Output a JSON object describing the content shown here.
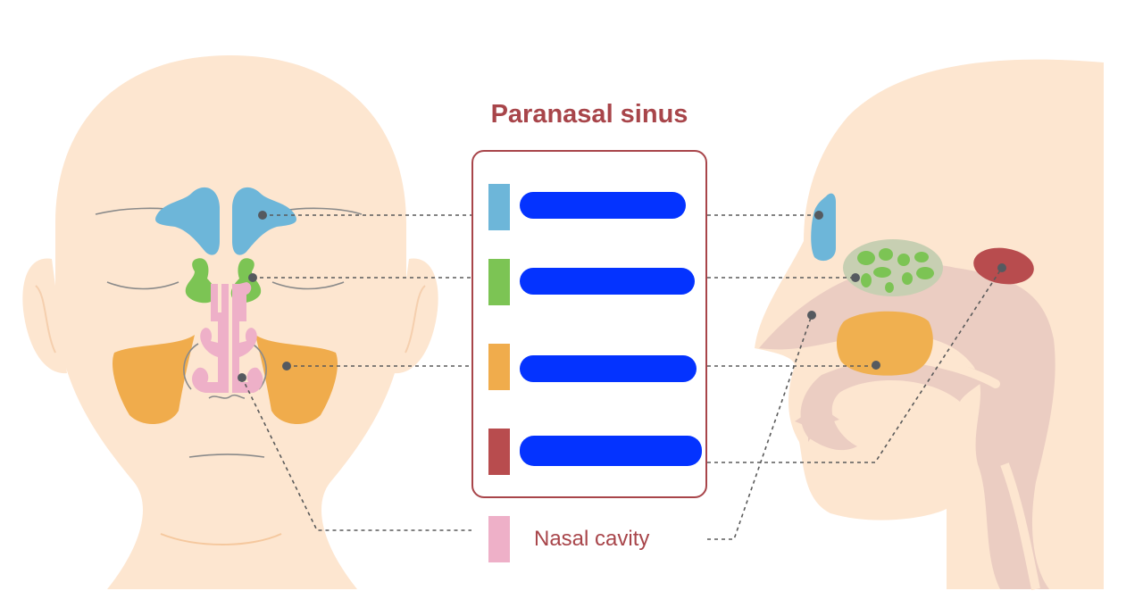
{
  "diagram": {
    "title": "Paranasal sinus",
    "legend": [
      {
        "id": "frontal",
        "color": "#6db6d9",
        "label_redacted": true,
        "redaction_color": "#0433ff"
      },
      {
        "id": "ethmoid",
        "color": "#7cc454",
        "label_redacted": true,
        "redaction_color": "#0433ff"
      },
      {
        "id": "maxillary",
        "color": "#f0ac4c",
        "label_redacted": true,
        "redaction_color": "#0433ff"
      },
      {
        "id": "sphenoid",
        "color": "#b84c4e",
        "label_redacted": true,
        "redaction_color": "#0433ff"
      }
    ],
    "extra_legend": {
      "label": "Nasal cavity",
      "color": "#eeb0c8"
    },
    "colors": {
      "skin": "#fde6d0",
      "inner_tissue": "#ebcdc2",
      "title": "#a8454a",
      "frame": "#a8454a",
      "leader_line": "#5a5a5a",
      "ethmoid_bg": "#c7cfb2"
    },
    "views": [
      "front-view",
      "side-profile-view"
    ]
  }
}
